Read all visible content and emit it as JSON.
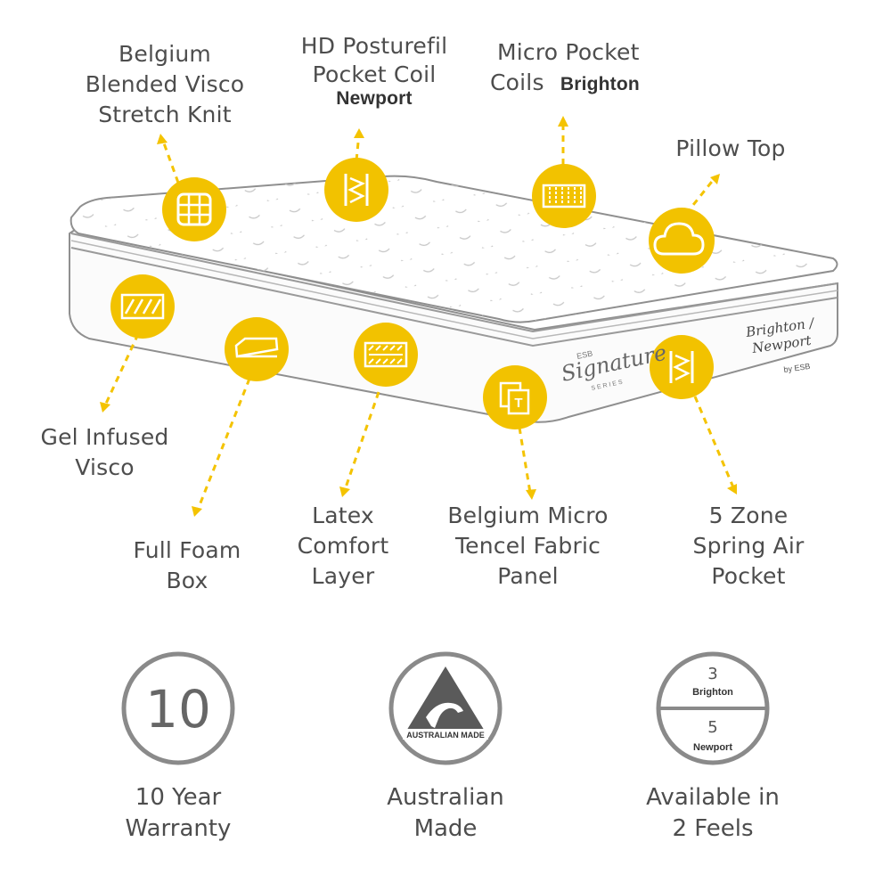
{
  "colors": {
    "accent": "#f2c200",
    "arrow": "#f4c300",
    "outline": "#9a9a9a",
    "text": "#4d4d4d"
  },
  "features": {
    "belgium_knit": [
      "Belgium",
      "Blended Visco",
      "Stretch Knit"
    ],
    "hd_posturefil": [
      "HD Posturefil",
      "Pocket Coil"
    ],
    "hd_posturefil_tag": "Newport",
    "micro_pocket": [
      "Micro Pocket",
      "Coils"
    ],
    "micro_pocket_tag": "Brighton",
    "pillow_top": "Pillow Top",
    "gel_visco": [
      "Gel Infused",
      "Visco"
    ],
    "full_foam": [
      "Full Foam",
      "Box"
    ],
    "latex": [
      "Latex",
      "Comfort",
      "Layer"
    ],
    "tencel": [
      "Belgium Micro",
      "Tencel Fabric",
      "Panel"
    ],
    "five_zone": [
      "5 Zone",
      "Spring Air",
      "Pocket"
    ]
  },
  "icons": {
    "knit": "knit-fabric-icon",
    "coil": "spring-coil-icon",
    "micro_coils": "micro-coils-icon",
    "pillow": "cloud-icon",
    "gel": "gel-layer-icon",
    "foam": "foam-box-icon",
    "latex": "latex-layer-icon",
    "tencel": "fabric-panel-icon",
    "zone_spring": "zone-spring-icon"
  },
  "branding": {
    "side_label": "Signature",
    "side_label_sub": "SERIES",
    "side_brand_small": "ESB",
    "corner_script": [
      "Brighton /",
      "Newport"
    ],
    "corner_by": "by ESB"
  },
  "badges": {
    "warranty_number": "10",
    "warranty_label": [
      "10 Year",
      "Warranty"
    ],
    "australian_logo_text": "AUSTRALIAN MADE",
    "australian_label": [
      "Australian",
      "Made"
    ],
    "feel_top_number": "3",
    "feel_top_name": "Brighton",
    "feel_bottom_number": "5",
    "feel_bottom_name": "Newport",
    "feels_label": [
      "Available in",
      "2 Feels"
    ]
  }
}
